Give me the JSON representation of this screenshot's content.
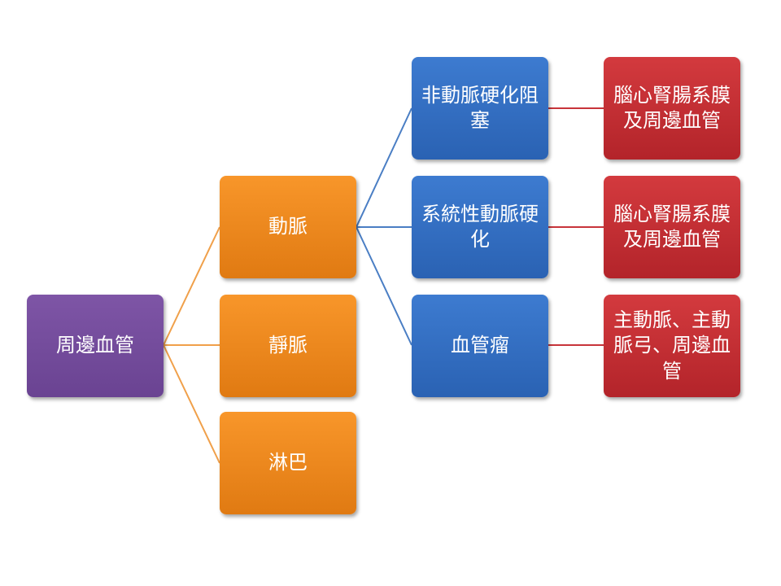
{
  "diagram": {
    "root": {
      "label": "周邊血管"
    },
    "branches": [
      {
        "label": "動脈"
      },
      {
        "label": "靜脈"
      },
      {
        "label": "淋巴"
      }
    ],
    "artery_children": [
      {
        "label": "非動脈硬化阻塞",
        "leaf": "腦心腎腸系膜及周邊血管"
      },
      {
        "label": "系統性動脈硬化",
        "leaf": "腦心腎腸系膜及周邊血管"
      },
      {
        "label": "血管瘤",
        "leaf": "主動脈、主動脈弓、周邊血管"
      }
    ],
    "colors": {
      "root": "#7e55a6",
      "branch": "#f8962a",
      "subtype": "#3d7bd0",
      "leaf": "#d33a3e",
      "connector_orange": "#f0a04a",
      "connector_blue": "#4a7ec4",
      "connector_red": "#c8343a"
    }
  }
}
